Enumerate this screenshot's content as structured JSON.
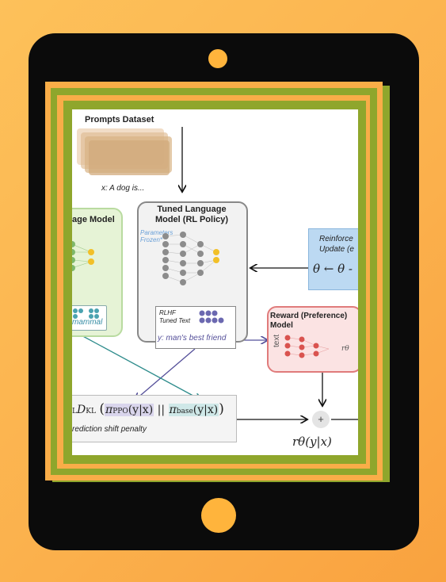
{
  "diagram": {
    "prompts_title": "Prompts Dataset",
    "prompt_example": "x: A dog is...",
    "base_model_label": "age Model",
    "base_output_text": "mammal",
    "tuned_model_title": "Tuned Language Model (RL Policy)",
    "tuned_model_line1": "Tuned Language",
    "tuned_model_line2": "Model (RL Policy)",
    "params_frozen_line1": "Parameters",
    "params_frozen_line2": "Frozen*",
    "rlhf_label": "RLHF",
    "tuned_text_label": "Tuned Text",
    "tuned_output_text": "y: man's best friend",
    "rl_update_line1": "Reinforce",
    "rl_update_line2": "Update (e",
    "rl_update_formula": "θ ← θ -",
    "reward_title_line1": "Reward (Preference)",
    "reward_title_line2": "Model",
    "reward_input_label": "text",
    "reward_output_label": "rθ",
    "kl_formula_prefix": "L",
    "kl_formula_D": "D",
    "kl_formula_KL": "KL",
    "kl_formula_ppo": "π",
    "kl_formula_ppo_sub": "PPO",
    "kl_formula_ppo_arg": "(y|x)",
    "kl_formula_sep": "||",
    "kl_formula_base": "π",
    "kl_formula_base_sub": "base",
    "kl_formula_base_arg": "(y|x)",
    "kl_penalty_label": "rediction shift penalty",
    "sum_symbol": "+",
    "reward_fn_label": "rθ(y|x)"
  },
  "colors": {
    "background": "#fbb04c",
    "tablet": "#0b0b0b",
    "accent_orange": "#ffb43c",
    "frame_green": "#8fa62c",
    "base_model_fill": "#e6f3d6",
    "tuned_model_border": "#888888",
    "rl_update_fill": "#bcd9f2",
    "reward_fill": "#fbe3e3",
    "reward_border": "#e07b7b"
  }
}
